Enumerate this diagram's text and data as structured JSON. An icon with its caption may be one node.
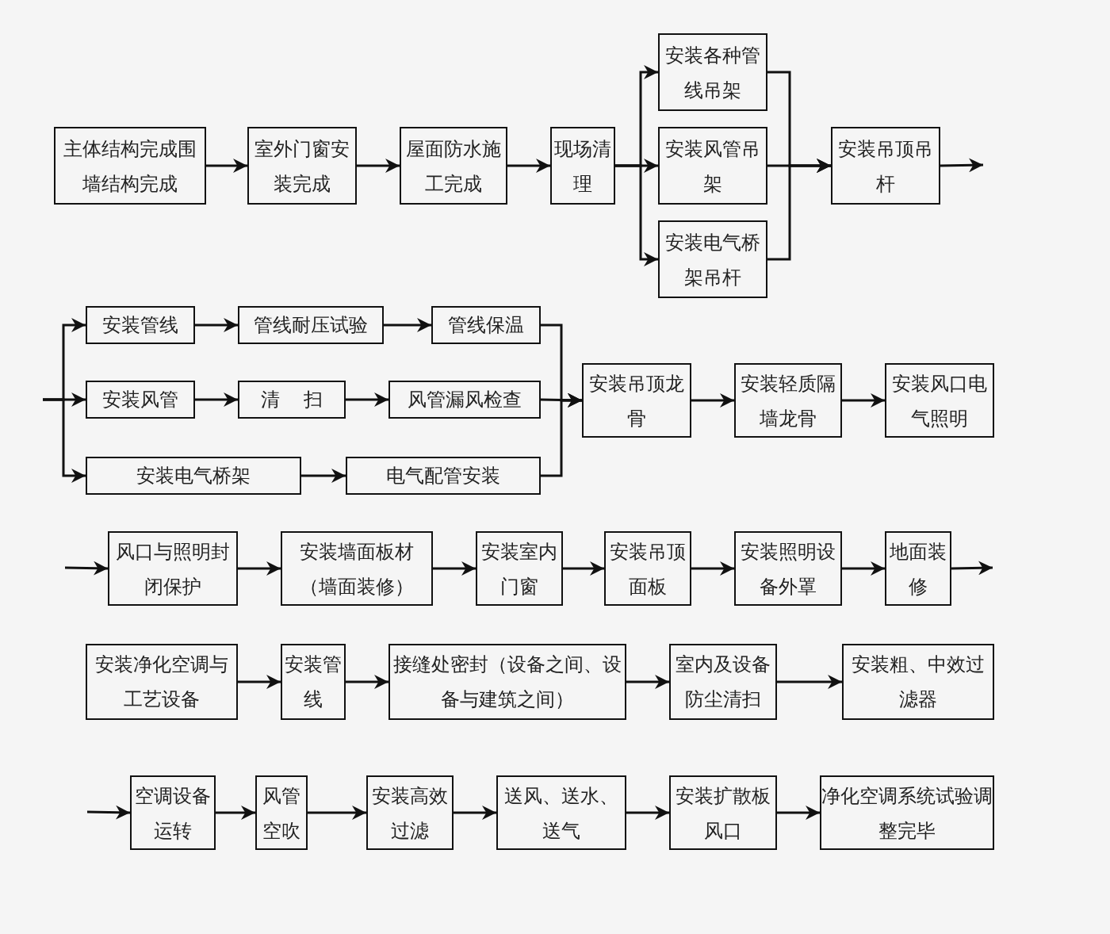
{
  "diagram": {
    "nodes": [
      {
        "text": [
          "主体结构完成围墙结构完成"
        ]
      },
      {
        "text": [
          "室外门窗安装完成"
        ]
      },
      {
        "text": [
          "屋面防水施工完成"
        ]
      },
      {
        "text": [
          "现场清理"
        ]
      },
      {
        "text": [
          "安装各种管线吊架"
        ]
      },
      {
        "text": [
          "安装风管吊架"
        ]
      },
      {
        "text": [
          "安装电气桥架吊杆"
        ]
      },
      {
        "text": [
          "安装吊顶吊杆"
        ]
      },
      {
        "text": [
          "安装管线"
        ]
      },
      {
        "text": [
          "管线耐压试验"
        ]
      },
      {
        "text": [
          "管线保温"
        ]
      },
      {
        "text": [
          "安装风管"
        ]
      },
      {
        "text": [
          "清 扫"
        ]
      },
      {
        "text": [
          "风管漏风检查"
        ]
      },
      {
        "text": [
          "安装电气桥架"
        ]
      },
      {
        "text": [
          "电气配管安装"
        ]
      },
      {
        "text": [
          "安装吊顶龙骨"
        ]
      },
      {
        "text": [
          "安装轻质隔墙龙骨"
        ]
      },
      {
        "text": [
          "安装风口电气照明"
        ]
      },
      {
        "text": [
          "风口与照明封闭保护"
        ]
      },
      {
        "text": [
          "安装墙面板材（墙面装修）"
        ]
      },
      {
        "text": [
          "安装室内门窗"
        ]
      },
      {
        "text": [
          "安装吊顶面板"
        ]
      },
      {
        "text": [
          "安装照明设备外罩"
        ]
      },
      {
        "text": [
          "地面装修"
        ]
      },
      {
        "text": [
          "安装净化空调与工艺设备"
        ]
      },
      {
        "text": [
          "安装管线"
        ]
      },
      {
        "text": [
          "接缝处密封（设备之间、设备与建筑之间）"
        ]
      },
      {
        "text": [
          "室内及设备防尘清扫"
        ]
      },
      {
        "text": [
          "安装粗、中效过滤器"
        ]
      },
      {
        "text": [
          "空调设备运转"
        ]
      },
      {
        "text": [
          "风管空吹"
        ]
      },
      {
        "text": [
          "安装高效过滤"
        ]
      },
      {
        "text": [
          "送风、送水、送气"
        ]
      },
      {
        "text": [
          "安装扩散板风口"
        ]
      },
      {
        "text": [
          "净化空调系统试验调整完毕"
        ]
      }
    ],
    "edges": [
      {
        "from": 0,
        "to": 1,
        "arrow": "to"
      },
      {
        "from": 1,
        "to": 2,
        "arrow": "to"
      },
      {
        "from": 2,
        "to": 3,
        "arrow": "to"
      },
      {
        "from": 3,
        "to": 4,
        "arrow": "to"
      },
      {
        "from": 3,
        "to": 5,
        "arrow": "to"
      },
      {
        "from": 3,
        "to": 6,
        "arrow": "to"
      },
      {
        "from": 4,
        "to": 7,
        "arrow": "to"
      },
      {
        "from": 5,
        "to": 7,
        "arrow": "to"
      },
      {
        "from": 6,
        "to": 7,
        "arrow": "to"
      },
      {
        "from": 7,
        "to": null,
        "arrow": "to"
      },
      {
        "from": null,
        "to": 8,
        "arrow": "to"
      },
      {
        "from": null,
        "to": 11,
        "arrow": "to"
      },
      {
        "from": null,
        "to": 14,
        "arrow": "to"
      },
      {
        "from": 8,
        "to": 9,
        "arrow": "to"
      },
      {
        "from": 9,
        "to": 10,
        "arrow": "to"
      },
      {
        "from": 11,
        "to": 12,
        "arrow": "to"
      },
      {
        "from": 12,
        "to": 13,
        "arrow": "to"
      },
      {
        "from": 14,
        "to": 15,
        "arrow": "to"
      },
      {
        "from": 10,
        "to": 16,
        "arrow": "to"
      },
      {
        "from": 13,
        "to": 16,
        "arrow": "to"
      },
      {
        "from": 15,
        "to": 16,
        "arrow": "to"
      },
      {
        "from": 16,
        "to": 17,
        "arrow": "to"
      },
      {
        "from": 17,
        "to": 18,
        "arrow": "to"
      },
      {
        "from": null,
        "to": 19,
        "arrow": "to"
      },
      {
        "from": 19,
        "to": 20,
        "arrow": "to"
      },
      {
        "from": 20,
        "to": 21,
        "arrow": "to"
      },
      {
        "from": 21,
        "to": 22,
        "arrow": "to"
      },
      {
        "from": 22,
        "to": 23,
        "arrow": "to"
      },
      {
        "from": 23,
        "to": 24,
        "arrow": "to"
      },
      {
        "from": 24,
        "to": null,
        "arrow": "to"
      },
      {
        "from": 25,
        "to": 26,
        "arrow": "to"
      },
      {
        "from": 26,
        "to": 27,
        "arrow": "to"
      },
      {
        "from": 27,
        "to": 28,
        "arrow": "to"
      },
      {
        "from": 28,
        "to": 29,
        "arrow": "to"
      },
      {
        "from": null,
        "to": 30,
        "arrow": "to"
      },
      {
        "from": 30,
        "to": 31,
        "arrow": "to"
      },
      {
        "from": 31,
        "to": 32,
        "arrow": "to"
      },
      {
        "from": 32,
        "to": 33,
        "arrow": "to"
      },
      {
        "from": 33,
        "to": 34,
        "arrow": "to"
      },
      {
        "from": 34,
        "to": 35,
        "arrow": "to"
      }
    ]
  }
}
